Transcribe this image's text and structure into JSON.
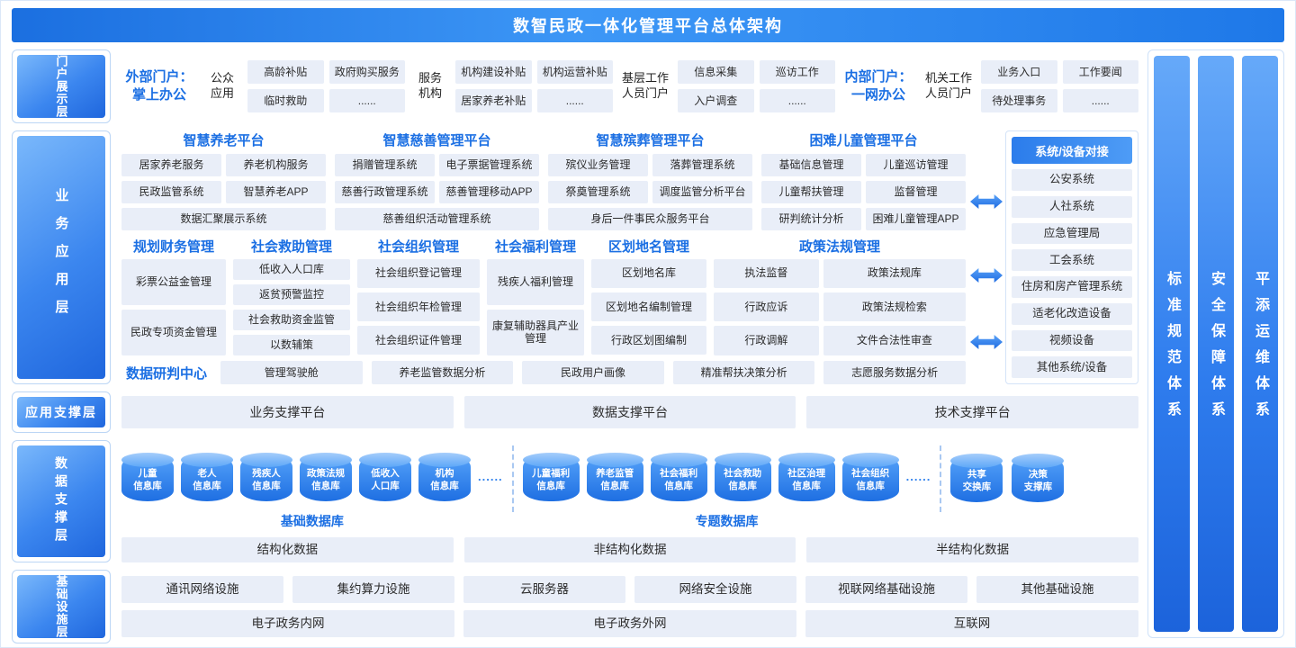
{
  "colors": {
    "accent": "#1b6fe3",
    "box_bg": "#e9eef8",
    "header_from": "#1b6fe0",
    "header_to": "#3d97f6"
  },
  "header": {
    "title": "数智民政一体化管理平台总体架构"
  },
  "layer_labels": [
    "门户展示层",
    "业务应用层",
    "应用支撑层",
    "数据支撑层",
    "基础设施层"
  ],
  "right_bars": [
    "标准规范体系",
    "安全保障体系",
    "平添运维体系"
  ],
  "portal": {
    "g1_title": "外部门户：\n掌上办公",
    "g1_sub": "公众\n应用",
    "g1_items": [
      "高龄补贴",
      "临时救助",
      "政府购买服务",
      "......"
    ],
    "g2_sub": "服务\n机构",
    "g2_items": [
      "机构建设补贴",
      "居家养老补贴",
      "机构运营补贴",
      "......"
    ],
    "g3_sub": "基层工作\n人员门户",
    "g3_items": [
      "信息采集",
      "入户调查",
      "巡访工作",
      "......"
    ],
    "g4_title": "内部门户：\n一网办公",
    "g4_sub": "机关工作\n人员门户",
    "g4_items": [
      "业务入口",
      "待处理事务",
      "工作要闻",
      "......"
    ]
  },
  "platforms": [
    {
      "title": "智慧养老平台",
      "r1": [
        "居家养老服务",
        "养老机构服务"
      ],
      "r2": [
        "民政监管系统",
        "智慧养老APP"
      ],
      "r3": [
        "数据汇聚展示系统"
      ]
    },
    {
      "title": "智慧慈善管理平台",
      "r1": [
        "捐赠管理系统",
        "电子票据管理系统"
      ],
      "r2": [
        "慈善行政管理系统",
        "慈善管理移动APP"
      ],
      "r3": [
        "慈善组织活动管理系统"
      ]
    },
    {
      "title": "智慧殡葬管理平台",
      "r1": [
        "殡仪业务管理",
        "落葬管理系统"
      ],
      "r2": [
        "祭奠管理系统",
        "调度监管分析平台"
      ],
      "r3": [
        "身后一件事民众服务平台"
      ]
    },
    {
      "title": "困难儿童管理平台",
      "r1": [
        "基础信息管理",
        "儿童巡访管理"
      ],
      "r2": [
        "儿童帮扶管理",
        "监督管理"
      ],
      "r3": [
        "研判统计分析",
        "困难儿童管理APP"
      ]
    }
  ],
  "modules": [
    {
      "title": "规划财务管理",
      "items": [
        "彩票公益金管理",
        "民政专项资金管理"
      ]
    },
    {
      "title": "社会救助管理",
      "items": [
        "低收入人口库",
        "返贫预警监控",
        "社会救助资金监管",
        "以数辅策"
      ]
    },
    {
      "title": "社会组织管理",
      "items": [
        "社会组织登记管理",
        "社会组织年检管理",
        "社会组织证件管理"
      ]
    },
    {
      "title": "社会福利管理",
      "items": [
        "残疾人福利管理",
        "康复辅助器具产业管理"
      ]
    },
    {
      "title": "区划地名管理",
      "items": [
        "区划地名库",
        "区划地名编制管理",
        "行政区划图编制"
      ]
    },
    {
      "title": "政策法规管理",
      "items": [
        "执法监督",
        "政策法规库",
        "行政应诉",
        "政策法规检索",
        "行政调解",
        "文件合法性审查"
      ]
    }
  ],
  "research": {
    "title": "数据研判中心",
    "items": [
      "管理驾驶舱",
      "养老监管数据分析",
      "民政用户画像",
      "精准帮扶决策分析",
      "志愿服务数据分析"
    ]
  },
  "device_panel": {
    "header": "系统/设备对接",
    "items": [
      "公安系统",
      "人社系统",
      "应急管理局",
      "工会系统",
      "住房和房产管理系统",
      "适老化改造设备",
      "视频设备",
      "其他系统/设备"
    ]
  },
  "support": {
    "items": [
      "业务支撑平台",
      "数据支撑平台",
      "技术支撑平台"
    ]
  },
  "data_layer": {
    "basic_label": "基础数据库",
    "basic_dbs": [
      "儿童\n信息库",
      "老人\n信息库",
      "残疾人\n信息库",
      "政策法规\n信息库",
      "低收入\n人口库",
      "机构\n信息库"
    ],
    "topic_label": "专题数据库",
    "topic_dbs": [
      "儿童福利\n信息库",
      "养老监管\n信息库",
      "社会福利\n信息库",
      "社会救助\n信息库",
      "社区治理\n信息库",
      "社会组织\n信息库"
    ],
    "extra_dbs": [
      "共享\n交换库",
      "决策\n支撑库"
    ],
    "dots": "......",
    "types": [
      "结构化数据",
      "非结构化数据",
      "半结构化数据"
    ]
  },
  "infra": {
    "row1": [
      "通讯网络设施",
      "集约算力设施",
      "云服务器",
      "网络安全设施",
      "视联网络基础设施",
      "其他基础设施"
    ],
    "row2": [
      "电子政务内网",
      "电子政务外网",
      "互联网"
    ]
  }
}
